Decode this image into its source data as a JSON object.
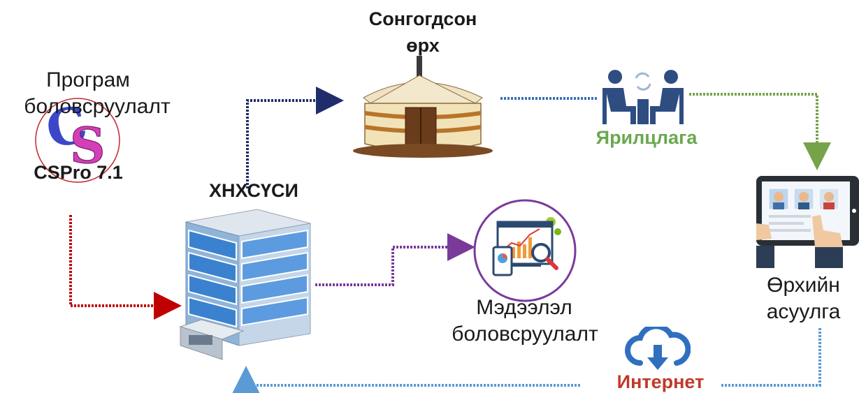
{
  "labels": {
    "program_line1": "Програм",
    "program_line2": "боловсруулалт",
    "cspro": "CSPro 7.1",
    "hhsusi": "ХНХСҮСИ",
    "selected_line1": "Сонгогдсон",
    "selected_line2": "өрх",
    "interview": "Ярилцлага",
    "data_line1": "Мэдээлэл",
    "data_line2": "боловсруулалт",
    "household_line1": "Өрхийн",
    "household_line2": "асуулга",
    "internet": "Интернет"
  },
  "colors": {
    "red_arrow": "#c00000",
    "navy_arrow": "#1f2d6b",
    "blue_arrow": "#3a6fb7",
    "green_arrow": "#76a34a",
    "purple_arrow": "#7a3a9a",
    "light_blue_arrow": "#5b9bd5",
    "interview_text": "#6aa84f",
    "internet_text": "#c0392b",
    "cloud": "#2f6fc0"
  },
  "icons": {
    "cspro_logo": "cs-logo",
    "building": "office-building-icon",
    "yurt": "ger-yurt-icon",
    "meeting": "people-meeting-icon",
    "analytics": "analytics-dashboard-icon",
    "tablet": "tablet-survey-icon",
    "cloud": "cloud-download-icon"
  }
}
